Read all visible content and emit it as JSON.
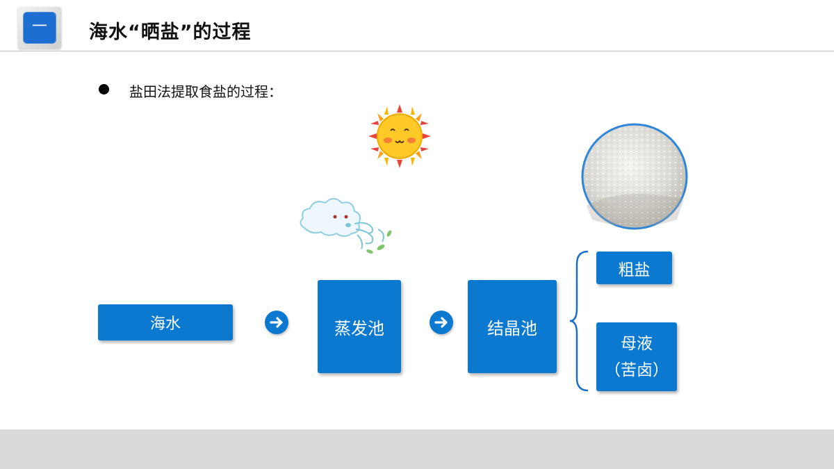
{
  "header": {
    "badge_text": "一",
    "title": "海水“晒盐”的过程"
  },
  "bullet": {
    "text": "盐田法提取食盐的过程："
  },
  "flow": {
    "seawater": "海水",
    "evaporation_pond": "蒸发池",
    "crystallization_pond": "结晶池",
    "crude_salt": "粗盐",
    "mother_liquor_line1": "母液",
    "mother_liquor_line2": "（苦卤）"
  },
  "icons": {
    "sun": "sun-icon",
    "wind_cloud": "wind-cloud-icon",
    "salt_photo": "salt-pile-image",
    "arrow": "arrow-right-icon",
    "brace": "curly-brace-icon"
  },
  "colors": {
    "box_blue": "#0b79d0",
    "badge_blue": "#1c6fd0",
    "sun_yellow": "#ffc928",
    "footer_gray": "#d9d9d9"
  }
}
